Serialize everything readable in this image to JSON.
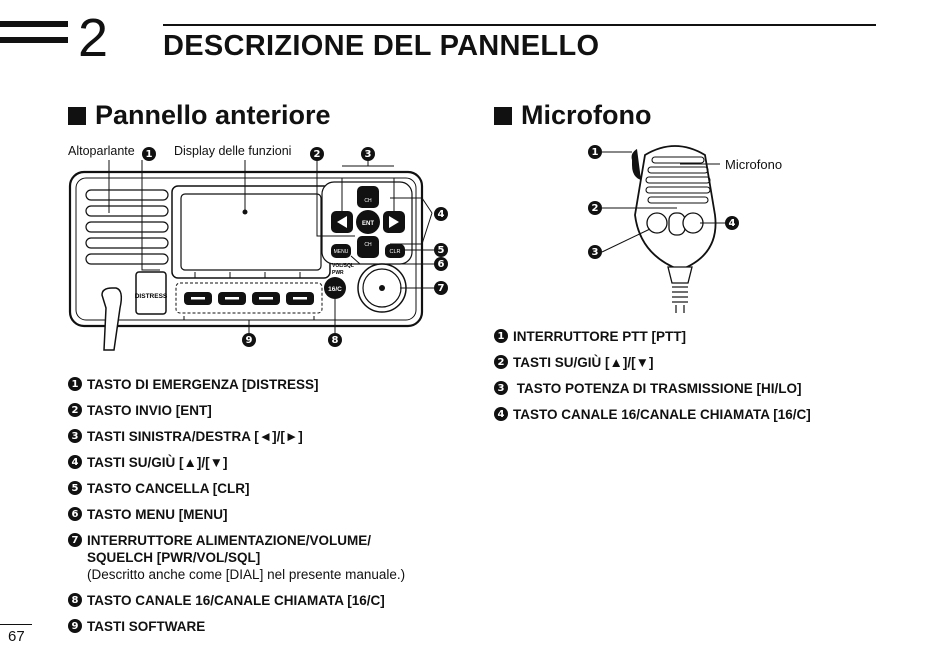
{
  "chapter": {
    "number": "2",
    "title": "DESCRIZIONE DEL PANNELLO"
  },
  "front_panel": {
    "heading": "Pannello anteriore",
    "labels": {
      "speaker": "Altoparlante",
      "display": "Display delle funzioni"
    },
    "panel_keys": {
      "distress": "DISTRESS",
      "ch_up": "CH",
      "ent": "ENT",
      "ch_down": "CH",
      "menu": "MENU",
      "clr": "CLR",
      "vol_sql": "VOL/SQL",
      "pwr": "PWR",
      "ch16": "16/C"
    },
    "callout_numbers": [
      "1",
      "2",
      "3",
      "4",
      "5",
      "6",
      "7",
      "8",
      "9"
    ],
    "items": [
      {
        "n": "1",
        "text": "TASTO DI EMERGENZA [DISTRESS]"
      },
      {
        "n": "2",
        "text": "TASTO INVIO [ENT]"
      },
      {
        "n": "3",
        "text": "TASTI SINISTRA/DESTRA [◄]/[►]"
      },
      {
        "n": "4",
        "text": "TASTI SU/GIÙ [▲]/[▼]"
      },
      {
        "n": "5",
        "text": "TASTO CANCELLA [CLR]"
      },
      {
        "n": "6",
        "text": "TASTO MENU [MENU]"
      },
      {
        "n": "7",
        "text": "INTERRUTTORE ALIMENTAZIONE/VOLUME/ SQUELCH [PWR/VOL/SQL]",
        "note": "(Descritto anche come [DIAL] nel presente manuale.)"
      },
      {
        "n": "8",
        "text": "TASTO CANALE 16/CANALE CHIAMATA [16/C]"
      },
      {
        "n": "9",
        "text": "TASTI SOFTWARE"
      }
    ]
  },
  "microphone": {
    "heading": "Microfono",
    "labels": {
      "mic": "Microfono"
    },
    "callout_numbers": [
      "1",
      "2",
      "3",
      "4"
    ],
    "items": [
      {
        "n": "1",
        "text": "INTERRUTTORE PTT [PTT]"
      },
      {
        "n": "2",
        "text": "TASTI SU/GIÙ [▲]/[▼]"
      },
      {
        "n": "3",
        "text": " TASTO POTENZA DI TRASMISSIONE [HI/LO]"
      },
      {
        "n": "4",
        "text": "TASTO CANALE 16/CANALE CHIAMATA [16/C]"
      }
    ]
  },
  "page_number": "67"
}
